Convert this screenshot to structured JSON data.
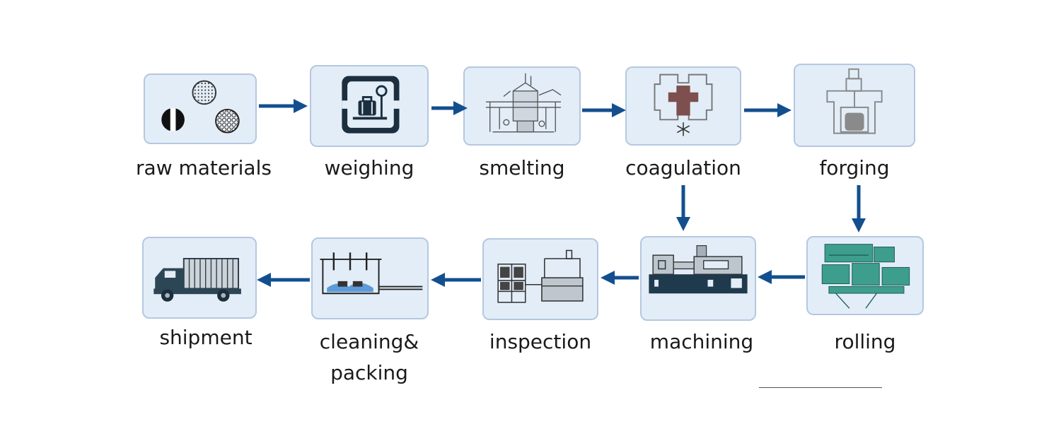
{
  "diagram": {
    "steps": [
      {
        "id": "raw",
        "label": "raw materials",
        "icon": "raw-materials-icon"
      },
      {
        "id": "weighing",
        "label": "weighing",
        "icon": "scale-icon"
      },
      {
        "id": "smelting",
        "label": "smelting",
        "icon": "furnace-icon"
      },
      {
        "id": "coagulation",
        "label": "coagulation",
        "icon": "mold-icon"
      },
      {
        "id": "forging",
        "label": "forging",
        "icon": "forging-press-icon"
      },
      {
        "id": "rolling",
        "label": "rolling",
        "icon": "rolling-mill-icon"
      },
      {
        "id": "machining",
        "label": "machining",
        "icon": "cnc-machine-icon"
      },
      {
        "id": "inspection",
        "label": "inspection",
        "icon": "inspection-equipment-icon"
      },
      {
        "id": "cleaning",
        "label": "cleaning&\npacking",
        "icon": "cleaning-tank-icon"
      },
      {
        "id": "shipment",
        "label": "shipment",
        "icon": "truck-icon"
      }
    ],
    "colors": {
      "arrow": "#134f8f",
      "box_fill": "#e3edf8",
      "box_border": "#b4c8df",
      "icon_dark": "#1c2f3f",
      "icon_teal": "#2f8f80"
    }
  }
}
